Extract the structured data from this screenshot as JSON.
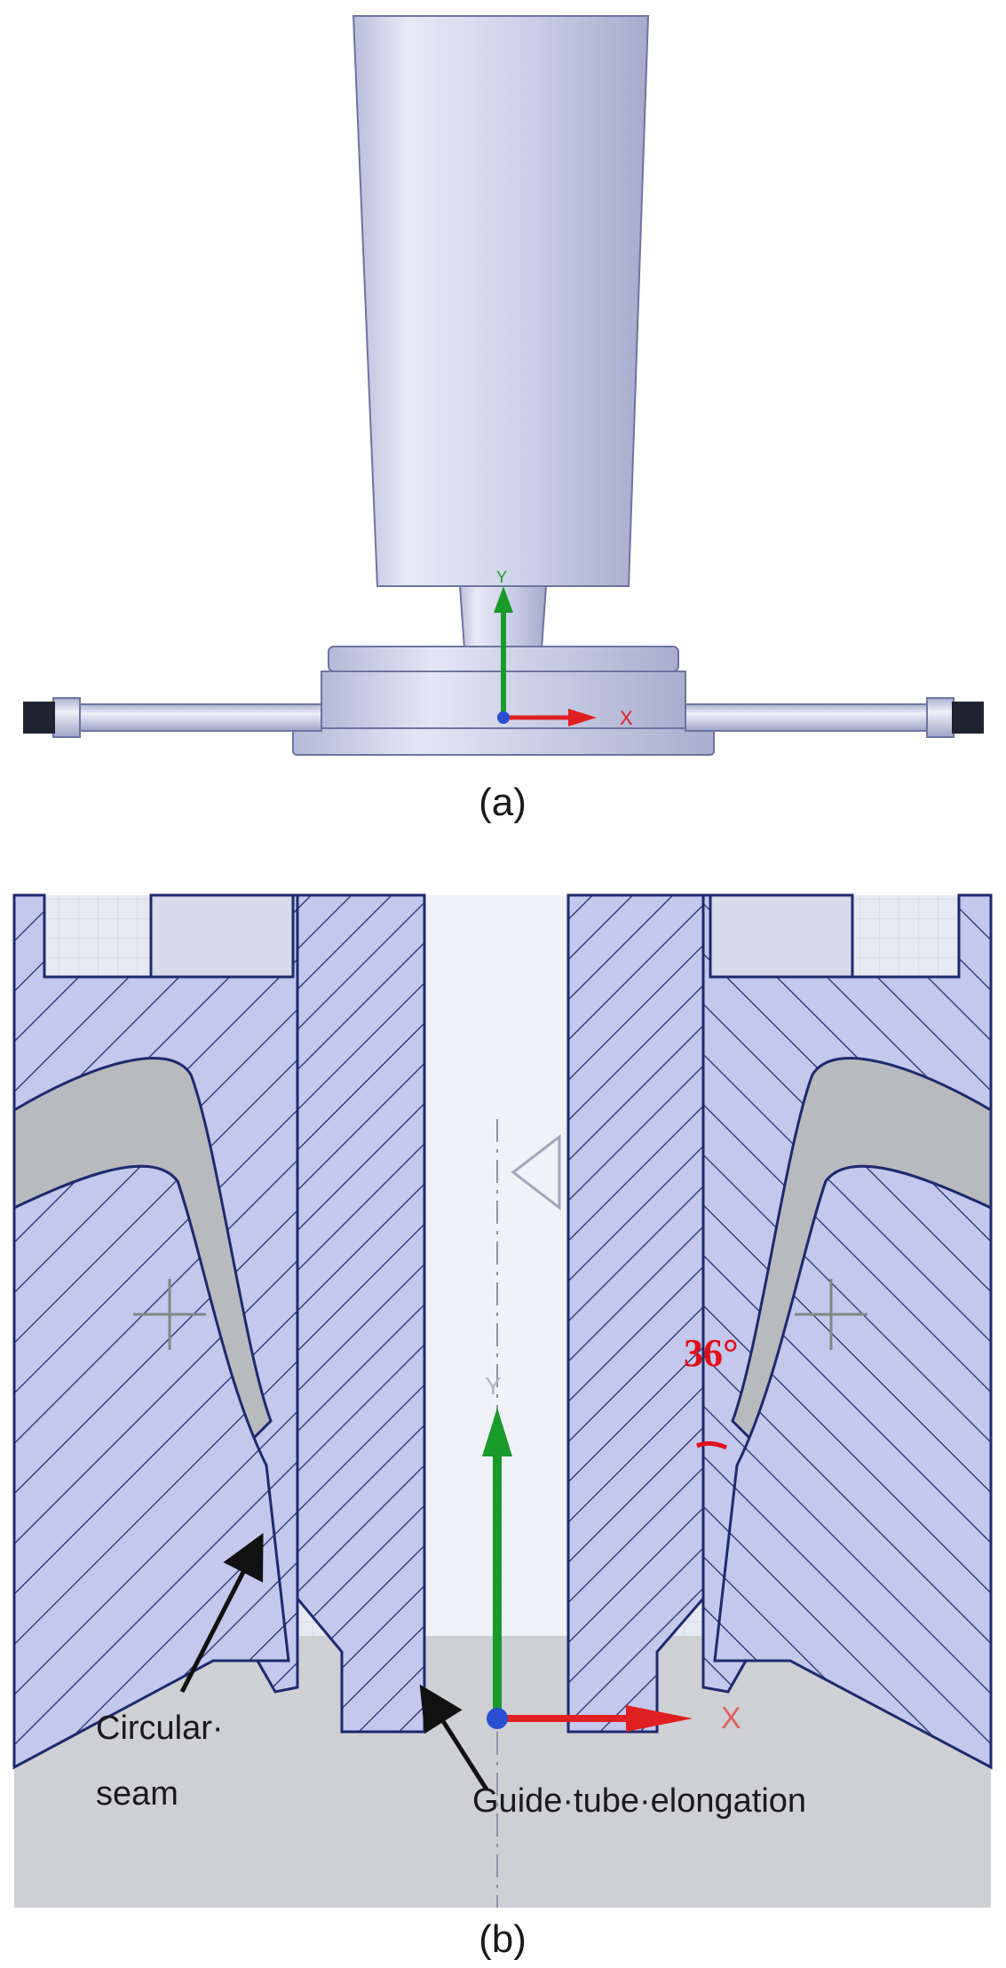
{
  "figure": {
    "panel_a": {
      "label": "(a)",
      "axis_y": "Y",
      "axis_x": "X"
    },
    "panel_b": {
      "label": "(b)",
      "axis_y": "Y",
      "axis_x": "X",
      "angle_label": "36°",
      "annotations": [
        {
          "id": "circular-seam",
          "line1": "Circular·",
          "line2": "seam"
        },
        {
          "id": "guide-tube",
          "line1": "Guide·tube·elongation"
        }
      ]
    },
    "colors": {
      "part_fill": "#c9cde8",
      "section_fill": "#c3c8ec",
      "outline": "#1e2a6e",
      "grid_bg": "#e8ebf3",
      "ground": "#cfd0d3",
      "axis_y": "#1a9a2a",
      "axis_x": "#e02020",
      "angle": "#e0101a"
    }
  }
}
